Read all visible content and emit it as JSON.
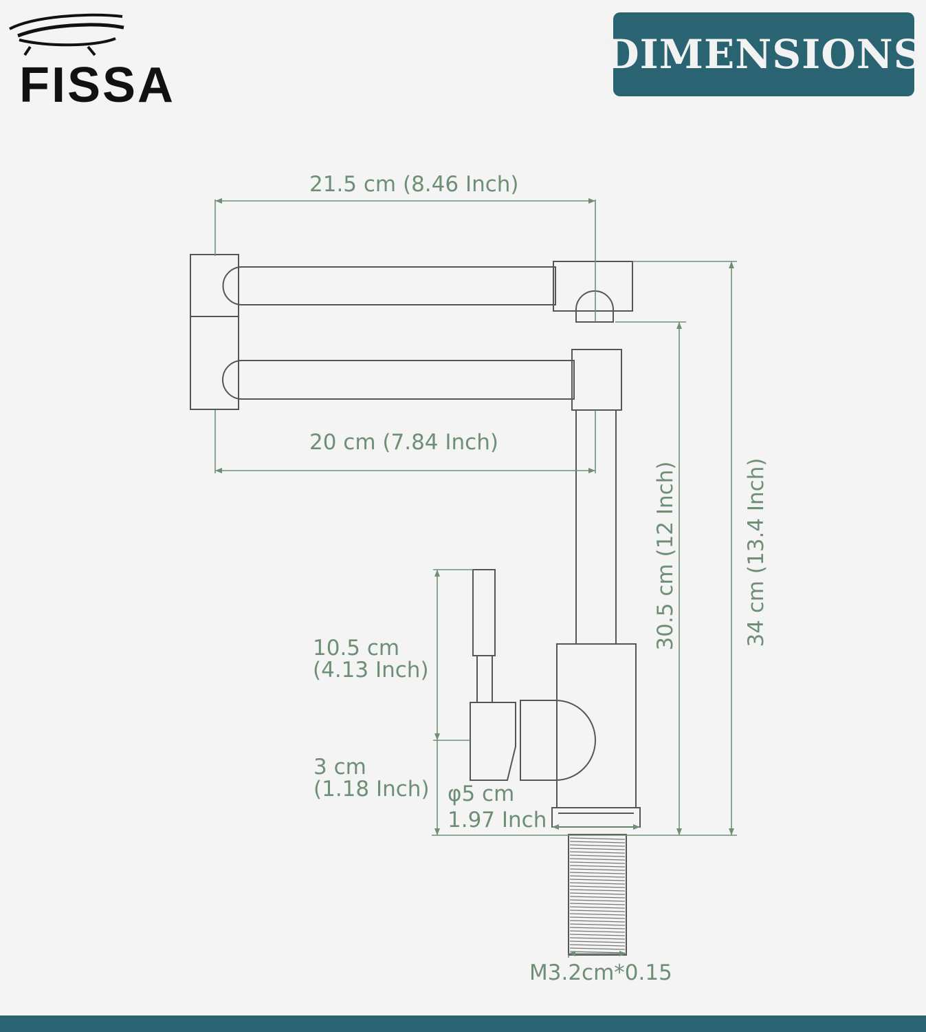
{
  "brand": {
    "logo_text": "FISSA"
  },
  "header": {
    "title": "DIMENSIONS"
  },
  "dimensions": {
    "upper_arm_width": "21.5 cm (8.46 Inch)",
    "lower_arm_width": "20 cm (7.84 Inch)",
    "spout_height": "30.5 cm (12 Inch)",
    "total_height": "34 cm (13.4 Inch)",
    "handle_height_cm": "10.5 cm",
    "handle_height_in": "(4.13 Inch)",
    "base_height_cm": "3 cm",
    "base_height_in": "(1.18 Inch)",
    "base_diameter_cm": "φ5 cm",
    "base_diameter_in": "1.97 Inch",
    "thread": "M3.2cm*0.15"
  },
  "colors": {
    "accent": "#2a6472",
    "dimension_line": "#6e8f76",
    "outline": "#555555",
    "background": "#f4f4f4"
  }
}
